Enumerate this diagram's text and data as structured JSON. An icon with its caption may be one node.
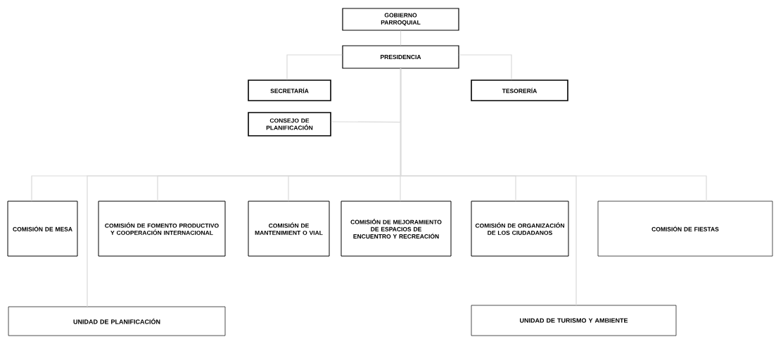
{
  "diagram": {
    "nodes": [
      {
        "text": [
          "GOBIERNO PARROQUIAL"
        ]
      },
      {
        "text": [
          "PRESIDENCIA"
        ]
      },
      {
        "text": [
          "SECRETARÍA"
        ]
      },
      {
        "text": [
          "TESORERÍA"
        ]
      },
      {
        "text": [
          "CONSEJO DE PLANIFICACIÓN"
        ]
      },
      {
        "text": [
          "COMISIÓN DE MESA"
        ]
      },
      {
        "text": [
          "COMISIÓN DE FOMENTO PRODUCTIVO Y COOPERACIÓN INTERNACIONAL"
        ]
      },
      {
        "text": [
          "COMISIÓN DE MANTENIMIENT O VIAL"
        ]
      },
      {
        "text": [
          "COMISIÓN DE MEJORAMIENTO DE ESPACIOS DE ENCUENTRO Y RECREACIÓN"
        ]
      },
      {
        "text": [
          "COMISIÓN DE ORGANIZACIÓN DE LOS CIUDADANOS"
        ]
      },
      {
        "text": [
          "COMISIÓN DE FIESTAS"
        ]
      },
      {
        "text": [
          "UNIDAD DE PLANIFICACIÓN"
        ]
      },
      {
        "text": [
          "UNIDAD DE TURISMO Y AMBIENTE"
        ]
      }
    ],
    "edges": [
      {
        "from": 0,
        "to": 1,
        "arrow": "none"
      },
      {
        "from": 1,
        "to": 2,
        "arrow": "none"
      },
      {
        "from": 1,
        "to": 3,
        "arrow": "none"
      },
      {
        "from": 1,
        "to": 4,
        "arrow": "none"
      },
      {
        "from": 1,
        "to": 5,
        "arrow": "none"
      },
      {
        "from": 1,
        "to": 11,
        "arrow": "none"
      },
      {
        "from": 1,
        "to": 6,
        "arrow": "none"
      },
      {
        "from": 1,
        "to": 7,
        "arrow": "none"
      },
      {
        "from": 1,
        "to": 8,
        "arrow": "none"
      },
      {
        "from": 1,
        "to": 9,
        "arrow": "none"
      },
      {
        "from": 1,
        "to": 12,
        "arrow": "none"
      },
      {
        "from": 1,
        "to": 10,
        "arrow": "none"
      }
    ]
  }
}
